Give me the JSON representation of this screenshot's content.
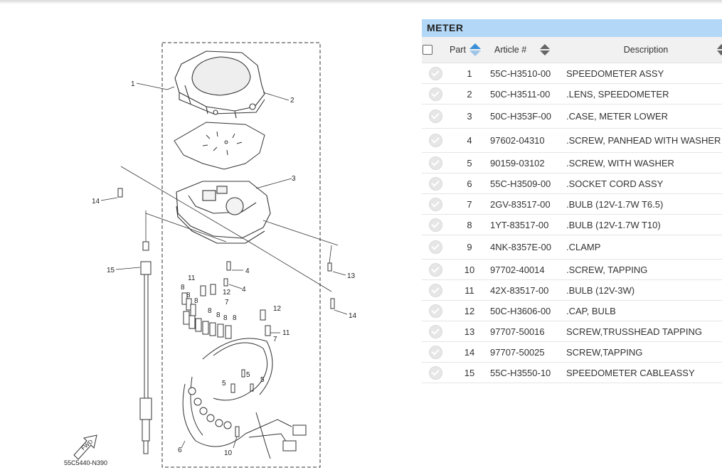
{
  "diagram": {
    "callouts": [
      "1",
      "2",
      "3",
      "4",
      "4",
      "5",
      "5",
      "5",
      "6",
      "7",
      "7",
      "8",
      "8",
      "8",
      "8",
      "8",
      "8",
      "8",
      "10",
      "11",
      "11",
      "12",
      "12",
      "13",
      "14",
      "14",
      "15"
    ],
    "code": "55C5440-N390",
    "fwd_label": "FWD"
  },
  "panel": {
    "title": "METER",
    "columns": {
      "part": "Part",
      "article": "Article #",
      "description": "Description"
    },
    "sort_active_color": "#3a8fd8",
    "rows": [
      {
        "part": "1",
        "article": "55C-H3510-00",
        "description": "SPEEDOMETER ASSY"
      },
      {
        "part": "2",
        "article": "50C-H3511-00",
        "description": ".LENS, SPEEDOMETER"
      },
      {
        "part": "3",
        "article": "50C-H353F-00",
        "description": ".CASE, METER LOWER"
      },
      {
        "part": "4",
        "article": "97602-04310",
        "description": ".SCREW, PANHEAD WITH WASHER"
      },
      {
        "part": "5",
        "article": "90159-03102",
        "description": ".SCREW, WITH WASHER"
      },
      {
        "part": "6",
        "article": "55C-H3509-00",
        "description": ".SOCKET CORD ASSY"
      },
      {
        "part": "7",
        "article": "2GV-83517-00",
        "description": ".BULB (12V-1.7W T6.5)"
      },
      {
        "part": "8",
        "article": "1YT-83517-00",
        "description": ".BULB (12V-1.7W T10)"
      },
      {
        "part": "9",
        "article": "4NK-8357E-00",
        "description": ".CLAMP"
      },
      {
        "part": "10",
        "article": "97702-40014",
        "description": ".SCREW, TAPPING"
      },
      {
        "part": "11",
        "article": "42X-83517-00",
        "description": ".BULB (12V-3W)"
      },
      {
        "part": "12",
        "article": "50C-H3606-00",
        "description": ".CAP, BULB"
      },
      {
        "part": "13",
        "article": "97707-50016",
        "description": "SCREW,TRUSSHEAD TAPPING"
      },
      {
        "part": "14",
        "article": "97707-50025",
        "description": "SCREW,TAPPING"
      },
      {
        "part": "15",
        "article": "55C-H3550-10",
        "description": "SPEEDOMETER CABLEASSY"
      }
    ]
  }
}
